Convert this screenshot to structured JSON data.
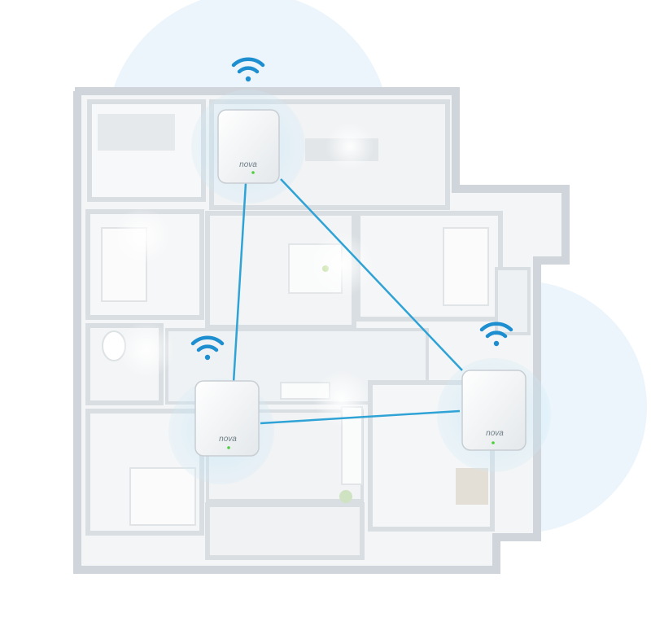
{
  "nodes": [
    {
      "id": "top-left",
      "brand_text": "nova",
      "status_led": "on"
    },
    {
      "id": "bottom-left",
      "brand_text": "nova",
      "status_led": "on"
    },
    {
      "id": "bottom-right",
      "brand_text": "nova",
      "status_led": "on"
    }
  ],
  "links": [
    {
      "from": "top-left",
      "to": "bottom-left"
    },
    {
      "from": "top-left",
      "to": "bottom-right"
    },
    {
      "from": "bottom-left",
      "to": "bottom-right"
    }
  ],
  "colors": {
    "mesh_link": "#2fa3d6",
    "coverage_fill": "#7fc4e6",
    "wifi_icon": "#1d8fd0",
    "status_led": "#4ccf3a",
    "floor": "#eef1f3",
    "walls": "#d4d9dd"
  },
  "icons": [
    "wifi-icon",
    "wifi-icon",
    "wifi-icon"
  ]
}
